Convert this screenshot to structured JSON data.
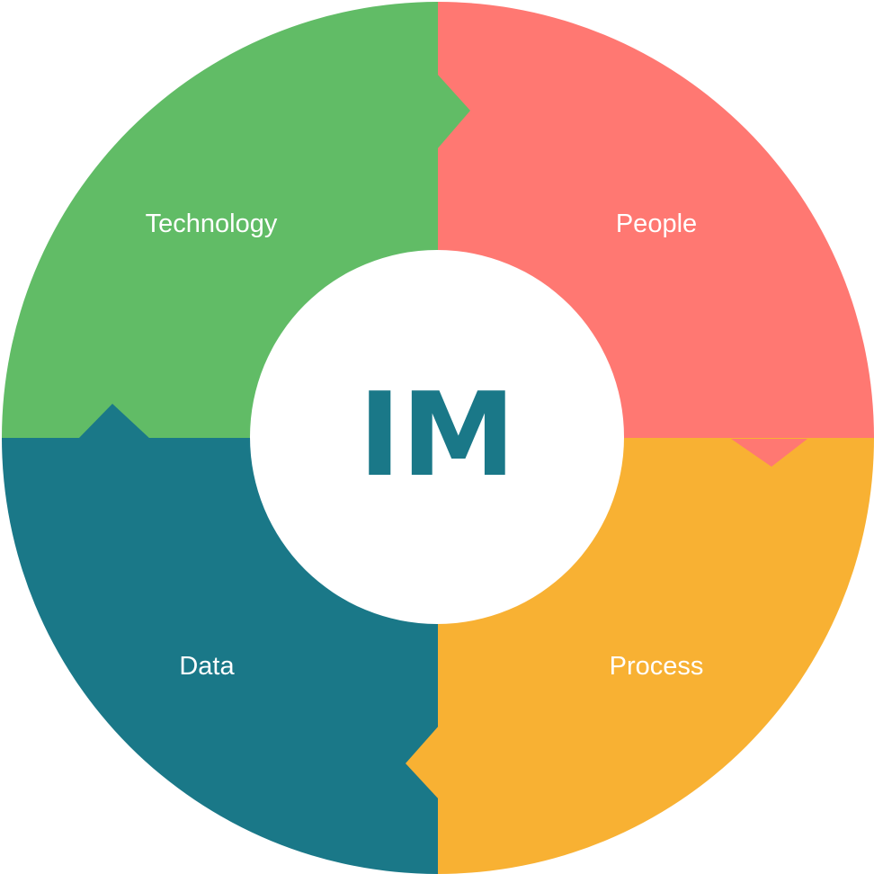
{
  "center_label": "IM",
  "segments": [
    {
      "label": "People",
      "color": "#FF7872"
    },
    {
      "label": "Process",
      "color": "#F8B133"
    },
    {
      "label": "Data",
      "color": "#1A7888"
    },
    {
      "label": "Technology",
      "color": "#61BC66"
    }
  ],
  "center_color": "#1A7888"
}
